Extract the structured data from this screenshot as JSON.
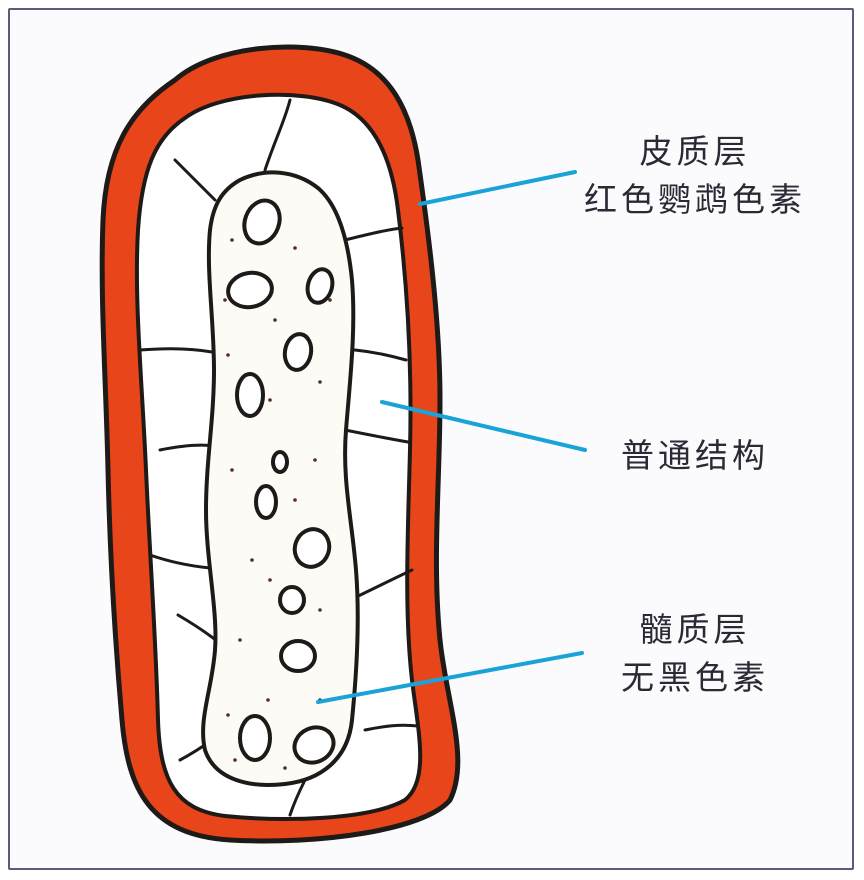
{
  "labels": {
    "cortex": {
      "line1": "皮质层",
      "line2": "红色鹦鹉色素"
    },
    "normal": {
      "line1": "普通结构"
    },
    "medulla": {
      "line1": "髓质层",
      "line2": "无黑色素"
    }
  },
  "colors": {
    "cortex_fill": "#e8461a",
    "outline": "#1e1a18",
    "pointer": "#1aa3d6",
    "frame": "#5a5a7a"
  }
}
